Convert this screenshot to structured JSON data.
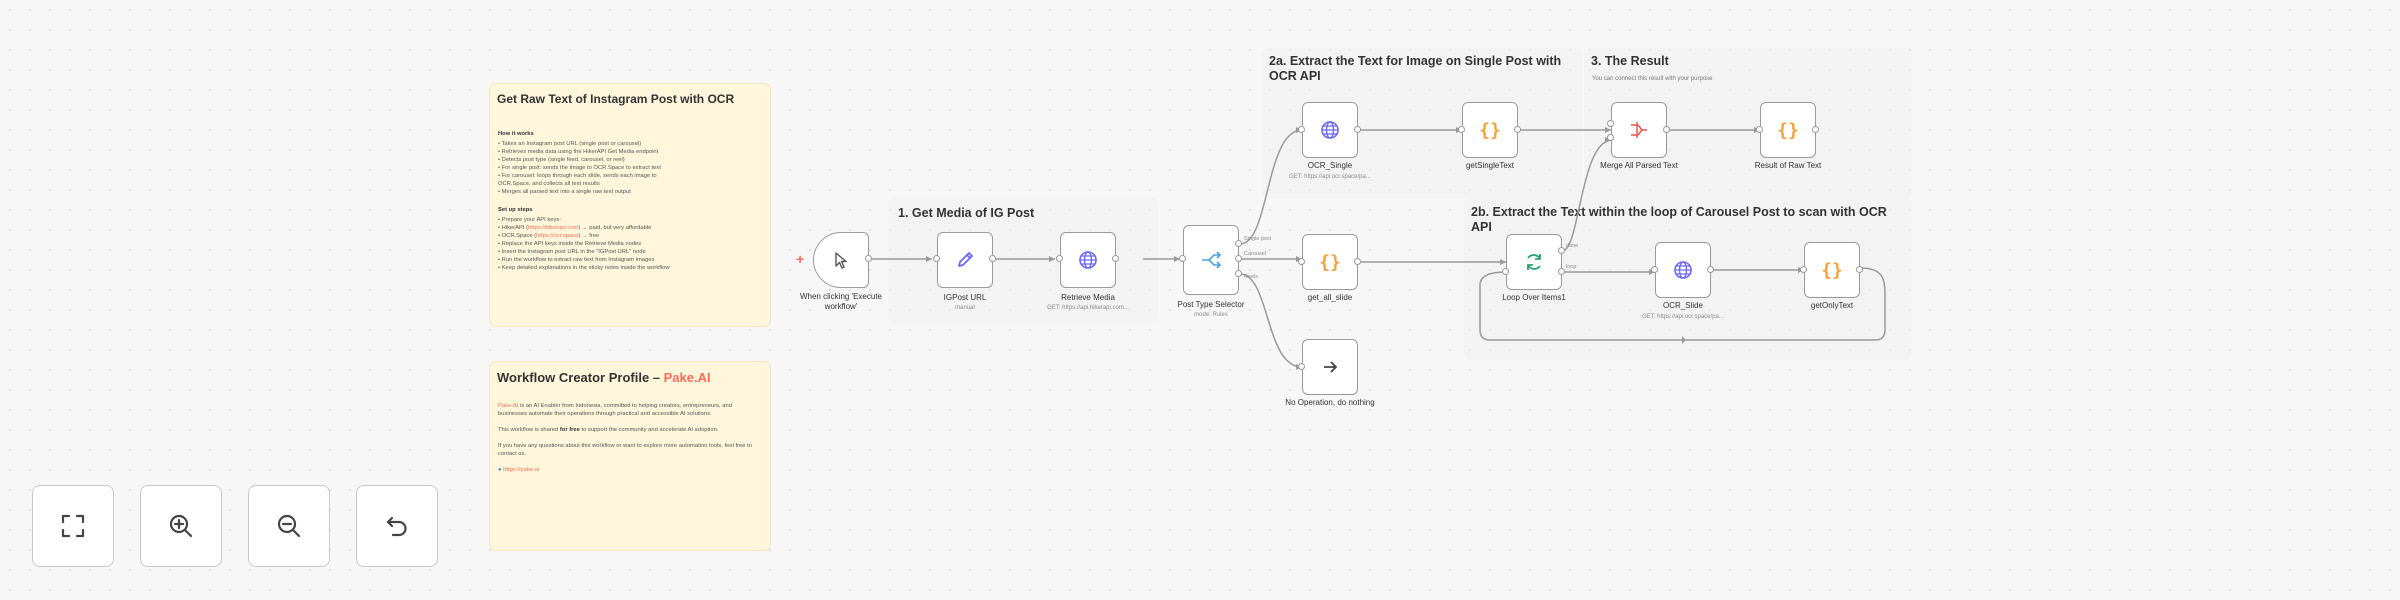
{
  "notes": {
    "main": {
      "title": "Get Raw Text of Instagram Post with OCR",
      "how_heading": "How it works",
      "how_items": [
        "• Takes an Instagram post URL (single post or carousel)",
        "• Retrieves media data using the HikerAPI Get Media endpoint",
        "• Detects post type (single feed, carousel, or reel)",
        "• For single post: sends the image to OCR.Space to extract text",
        "• For carousel: loops through each slide, sends each image to",
        "  OCR.Space, and collects all text results",
        "• Merges all parsed text into a single raw text output"
      ],
      "setup_heading": "Set up steps",
      "setup_items": [
        "• Prepare your API keys:",
        "• Replace the API keys inside the Retrieve Media nodes",
        "• Insert the Instagram post URL in the \"IGPost URL\" node",
        "• Run the workflow to extract raw text from Instagram images",
        "• Keep detailed explanations in the sticky notes inside the workflow"
      ],
      "hikerapi_prefix": "• HikerAPI (",
      "hikerapi_link": "https://hikerapi.com",
      "hikerapi_suffix": ") → paid, but very affordable",
      "ocr_prefix": "• OCR.Space (",
      "ocr_link": "https://ocr.space",
      "ocr_suffix": ") → free"
    },
    "creator": {
      "title_prefix": "Workflow Creator Profile – ",
      "title_brand": "Pake.AI",
      "p1_brand": "Pake.AI",
      "p1": " is an AI Enabler from Indonesia, committed to helping creators, entrepreneurs, and businesses automate their operations through practical and accessible AI solutions.",
      "p2_a": "This workflow is shared ",
      "p2_b": "for free",
      "p2_c": " to support the community and accelerate AI adoption.",
      "p3": "If you have any questions about this workflow or want to explore more automation tools, feel free to contact us.",
      "link": "https://pake.ai"
    }
  },
  "groups": {
    "get_media": "1. Get Media of IG Post",
    "single": "2a. Extract the Text for Image on Single Post with OCR API",
    "result": "3. The Result",
    "result_sub": "You can connect this result with your purpose",
    "carousel": "2b. Extract the Text within the loop of Carousel Post to scan with OCR API"
  },
  "nodes": {
    "trigger": {
      "label": "When clicking 'Execute workflow'"
    },
    "igpost": {
      "label": "IGPost URL",
      "sub": "manual"
    },
    "retrieve": {
      "label": "Retrieve Media",
      "sub": "GET: https://api.hikerapi.com..."
    },
    "selector": {
      "label": "Post Type Selector",
      "sub": "mode: Rules",
      "out1": "Single post",
      "out2": "Carousel",
      "out3": "Reels"
    },
    "ocr_single": {
      "label": "OCR_Single",
      "sub": "GET: https://api.ocr.space/pa..."
    },
    "get_single": {
      "label": "getSingleText"
    },
    "get_all": {
      "label": "get_all_slide"
    },
    "noop": {
      "label": "No Operation, do nothing"
    },
    "merge": {
      "label": "Merge All Parsed Text"
    },
    "result": {
      "label": "Result of Raw Text"
    },
    "loop": {
      "label": "Loop Over Items1",
      "out_done": "done",
      "out_loop": "loop"
    },
    "ocr_slide": {
      "label": "OCR_Slide",
      "sub": "GET: https://api.ocr.space/pa..."
    },
    "get_only": {
      "label": "getOnlyText"
    }
  },
  "controls": {
    "fit": "fit-view",
    "zoom_in": "zoom-in",
    "zoom_out": "zoom-out",
    "reset": "reset"
  },
  "colors": {
    "accent": "#ff6d5a",
    "http": "#6b68f5",
    "code": "#f2a33a",
    "loop": "#2ba371",
    "edge": "#9a9a9a"
  }
}
